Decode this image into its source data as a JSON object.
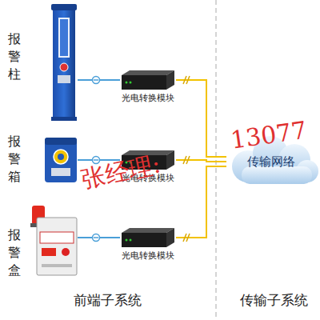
{
  "diagram": {
    "nodes": [
      {
        "text": [
          "报警柱"
        ]
      },
      {
        "text": [
          "报警箱"
        ]
      },
      {
        "text": [
          "报警盒"
        ]
      },
      {
        "text": [
          "光电转换模块"
        ]
      },
      {
        "text": [
          "光电转换模块"
        ]
      },
      {
        "text": [
          "光电转换模块"
        ]
      },
      {
        "text": [
          "传输网络"
        ]
      }
    ],
    "edges": [
      {
        "from": 0,
        "to": 3,
        "arrow": "none"
      },
      {
        "from": 1,
        "to": 4,
        "arrow": "none"
      },
      {
        "from": 2,
        "to": 5,
        "arrow": "none"
      },
      {
        "from": 3,
        "to": 6,
        "arrow": "none"
      },
      {
        "from": 4,
        "to": 6,
        "arrow": "none"
      },
      {
        "from": 5,
        "to": 6,
        "arrow": "none"
      }
    ],
    "labels": [
      "前端子系统",
      "传输子系统",
      "张经理:",
      "13077"
    ]
  }
}
